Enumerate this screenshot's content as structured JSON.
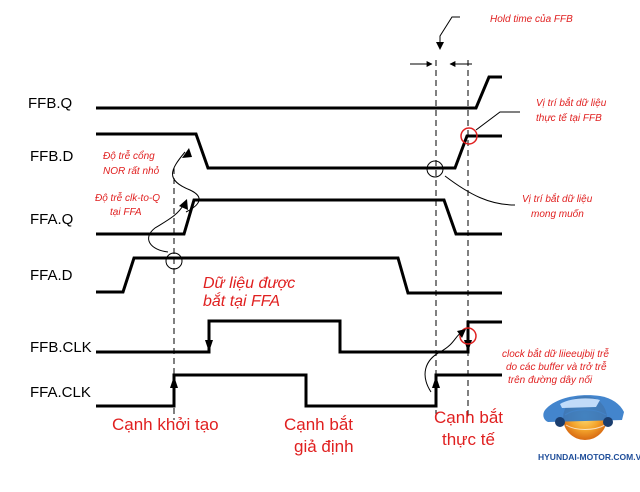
{
  "signals": {
    "ffb_q": "FFB.Q",
    "ffb_d": "FFB.D",
    "ffa_q": "FFA.Q",
    "ffa_d": "FFA.D",
    "ffb_clk": "FFB.CLK",
    "ffa_clk": "FFA.CLK"
  },
  "notes": {
    "hold_time": "Hold time của FFB",
    "actual_ffb_1": "Vị trí bắt dữ liệu",
    "actual_ffb_2": "thực tế tại FFB",
    "nor_delay_1": "Độ trễ cổng",
    "nor_delay_2": "NOR rất nhỏ",
    "clk_to_q_1": "Độ trễ clk-to-Q",
    "clk_to_q_2": "tại FFA",
    "desired_1": "Vị trí bắt dữ liệu",
    "desired_2": "mong muốn",
    "captured_1": "Dữ liệu được",
    "captured_2": "bắt tại FFA",
    "clock_buffer_1": "clock bắt dữ liieeujbij trễ",
    "clock_buffer_2": "do các buffer và trở trễ",
    "clock_buffer_3": "trên đường dây nối"
  },
  "edges": {
    "init": "Cạnh khởi tạo",
    "assumed_1": "Cạnh bắt",
    "assumed_2": "giả định",
    "actual_1": "Cạnh bắt",
    "actual_2": "thực tế"
  },
  "logo": {
    "text": "HYUNDAI-MOTOR.COM.VN"
  },
  "colors": {
    "accent": "#e02020",
    "wave": "#000000",
    "logo": "#1f4e9a"
  }
}
